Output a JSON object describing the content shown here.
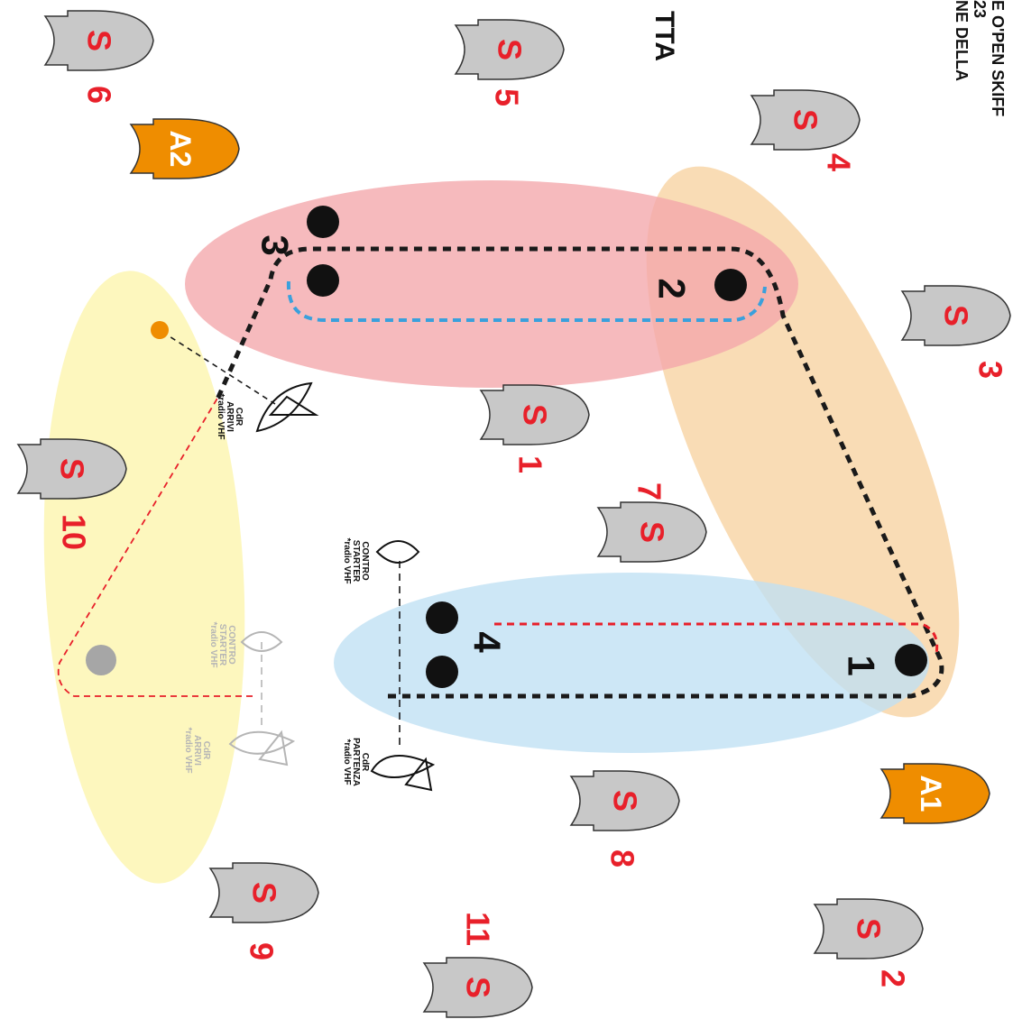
{
  "header": {
    "line1": "E O'PEN SKIFF",
    "line2": "23",
    "line3": "NE DELLA",
    "title_fragment": "TTA"
  },
  "marks": {
    "m1": "1",
    "m2": "2",
    "m3": "3",
    "m4": "4"
  },
  "boats": {
    "s_label": "S",
    "s1": "1",
    "s2": "2",
    "s3": "3",
    "s4": "4",
    "s5": "5",
    "s6": "6",
    "s7": "7",
    "s8": "8",
    "s9": "9",
    "s10": "10",
    "s11": "11",
    "a1": "A1",
    "a2": "A2"
  },
  "committee": {
    "finish_top": [
      "CdR",
      "ARRIVI",
      "*radio VHF"
    ],
    "contro_starter": [
      "CONTRO",
      "STARTER",
      "*radio VHF"
    ],
    "start_boat": [
      "CdR",
      "PARTENZA",
      "*radio VHF"
    ],
    "contro_starter_grey": [
      "CONTRO",
      "STARTER",
      "*radio VHF"
    ],
    "finish_grey": [
      "CdR",
      "ARRIVI",
      "*radio VHF"
    ]
  },
  "colors": {
    "zone_red": "#f4a7ab",
    "zone_orange": "#f8d6a8",
    "zone_blue": "#bfe0f4",
    "zone_yellow": "#fdf6b7",
    "boat_grey": "#c8c8c8",
    "boat_orange": "#ef8d00",
    "label_red": "#e8202a",
    "course_black": "#1a1a1a",
    "course_blue": "#3aa0dc",
    "course_red": "#e8202a",
    "mark_grey": "#a6a6a6",
    "mark_orange": "#ef8d00"
  }
}
